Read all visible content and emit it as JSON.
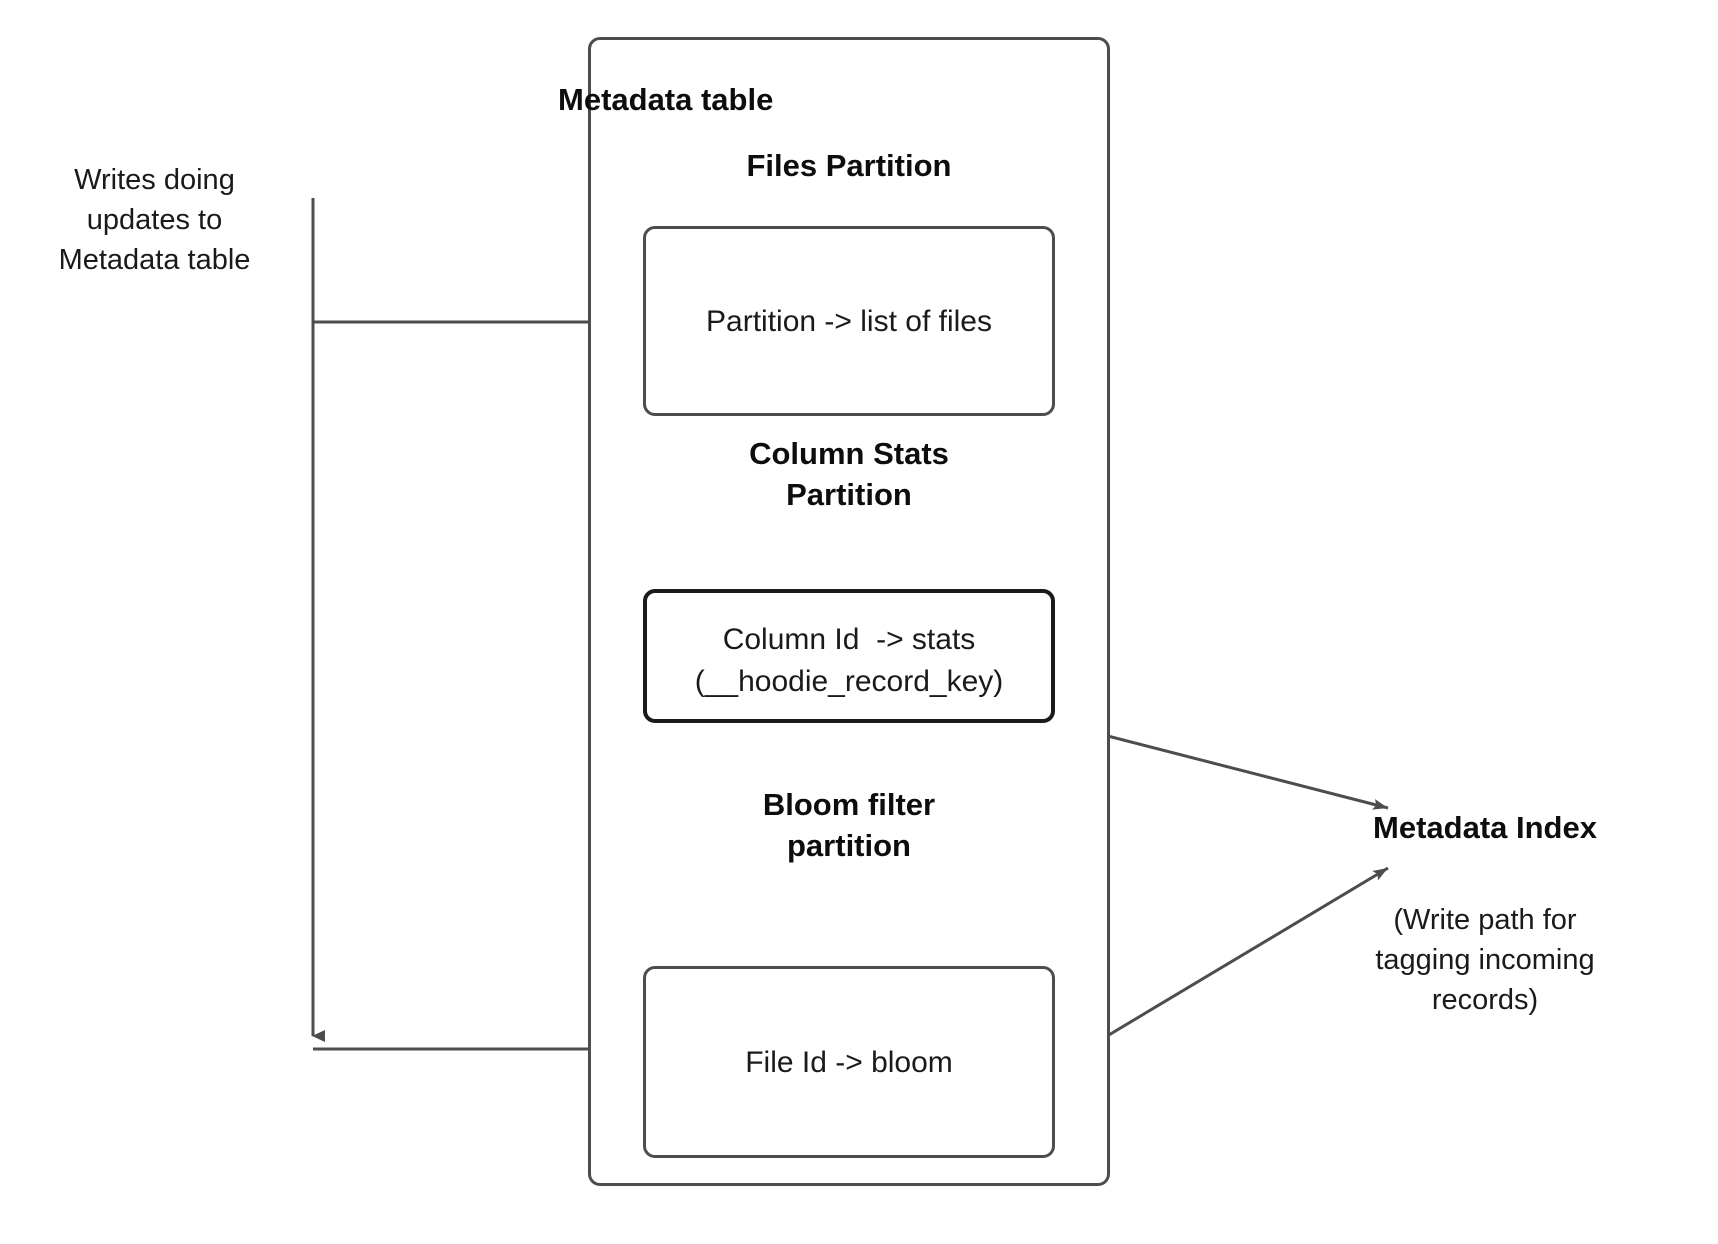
{
  "diagram": {
    "type": "block-flow",
    "background_color": "#ffffff",
    "line_color": "#4d4d4d",
    "text_color": "#1a1a1a"
  },
  "left_note": {
    "text": "Writes doing\nupdates to\nMetadata table"
  },
  "metadata_table": {
    "title": "Metadata table",
    "sections": [
      {
        "title": "Files Partition",
        "box_text": "Partition -> list of files",
        "emphasis": false
      },
      {
        "title": "Column Stats\nPartition",
        "box_text": "Column Id  -> stats\n(__hoodie_record_key)",
        "emphasis": true
      },
      {
        "title": "Bloom filter\npartition",
        "box_text": "File Id -> bloom",
        "emphasis": false
      }
    ]
  },
  "metadata_index": {
    "title": "Metadata Index",
    "subtitle": "(Write path for\ntagging incoming\nrecords)"
  }
}
